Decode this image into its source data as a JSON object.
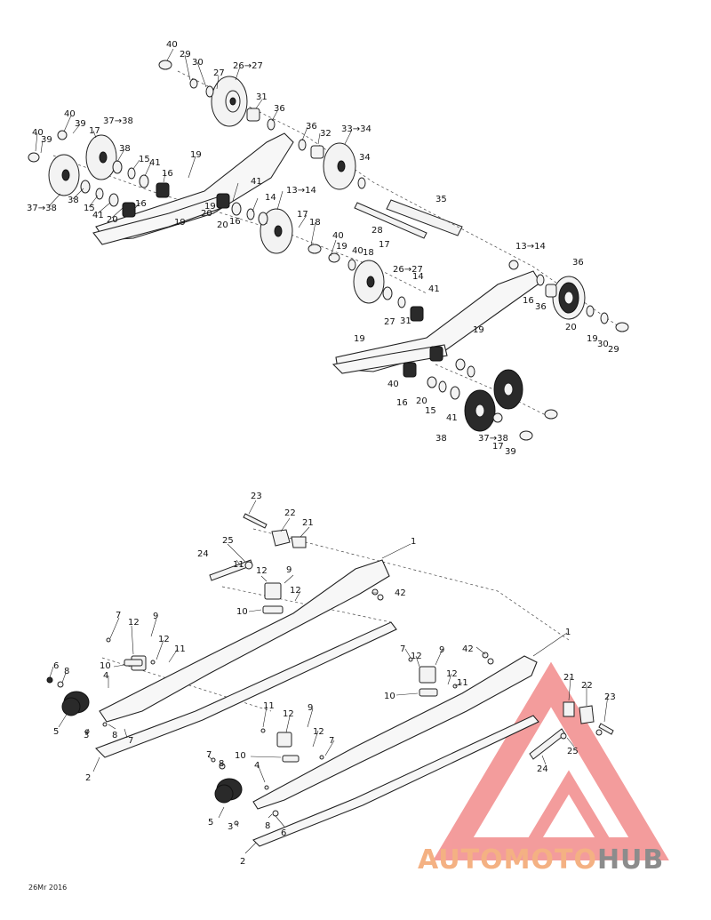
{
  "footer": {
    "code": "26Mr 2016"
  },
  "watermark": {
    "part1": "AUTOMOTO",
    "part2": "HUB",
    "color1": "#f4b183",
    "color2": "#8c8c8c",
    "triangle": "#f28b8b"
  },
  "labels": {
    "upper": [
      "40",
      "29",
      "30",
      "27",
      "26→27",
      "31",
      "36",
      "36",
      "32",
      "33→34",
      "40",
      "39",
      "37→38",
      "40",
      "39",
      "17",
      "38",
      "15",
      "41",
      "16",
      "19",
      "34",
      "35",
      "37→38",
      "38",
      "15",
      "41",
      "20",
      "16",
      "19",
      "20",
      "41",
      "14",
      "13→14",
      "17",
      "18",
      "40",
      "28",
      "16",
      "20",
      "19",
      "19",
      "40",
      "18",
      "17",
      "13→14",
      "36",
      "26→27",
      "14",
      "41",
      "16",
      "36",
      "31",
      "20",
      "27",
      "19",
      "19",
      "19",
      "30",
      "29",
      "40",
      "16",
      "20",
      "15",
      "41",
      "38",
      "37→38",
      "17",
      "39",
      "40"
    ],
    "lower": [
      "23",
      "22",
      "21",
      "1",
      "25",
      "24",
      "11",
      "12",
      "9",
      "42",
      "12",
      "10",
      "7",
      "12",
      "9",
      "12",
      "11",
      "10",
      "6",
      "8",
      "4",
      "5",
      "3",
      "8",
      "7",
      "2",
      "11",
      "12",
      "9",
      "12",
      "7",
      "10",
      "7",
      "8",
      "4",
      "5",
      "3",
      "8",
      "6",
      "2",
      "1",
      "42",
      "7",
      "12",
      "9",
      "12",
      "11",
      "10",
      "21",
      "22",
      "23",
      "25",
      "24"
    ]
  }
}
